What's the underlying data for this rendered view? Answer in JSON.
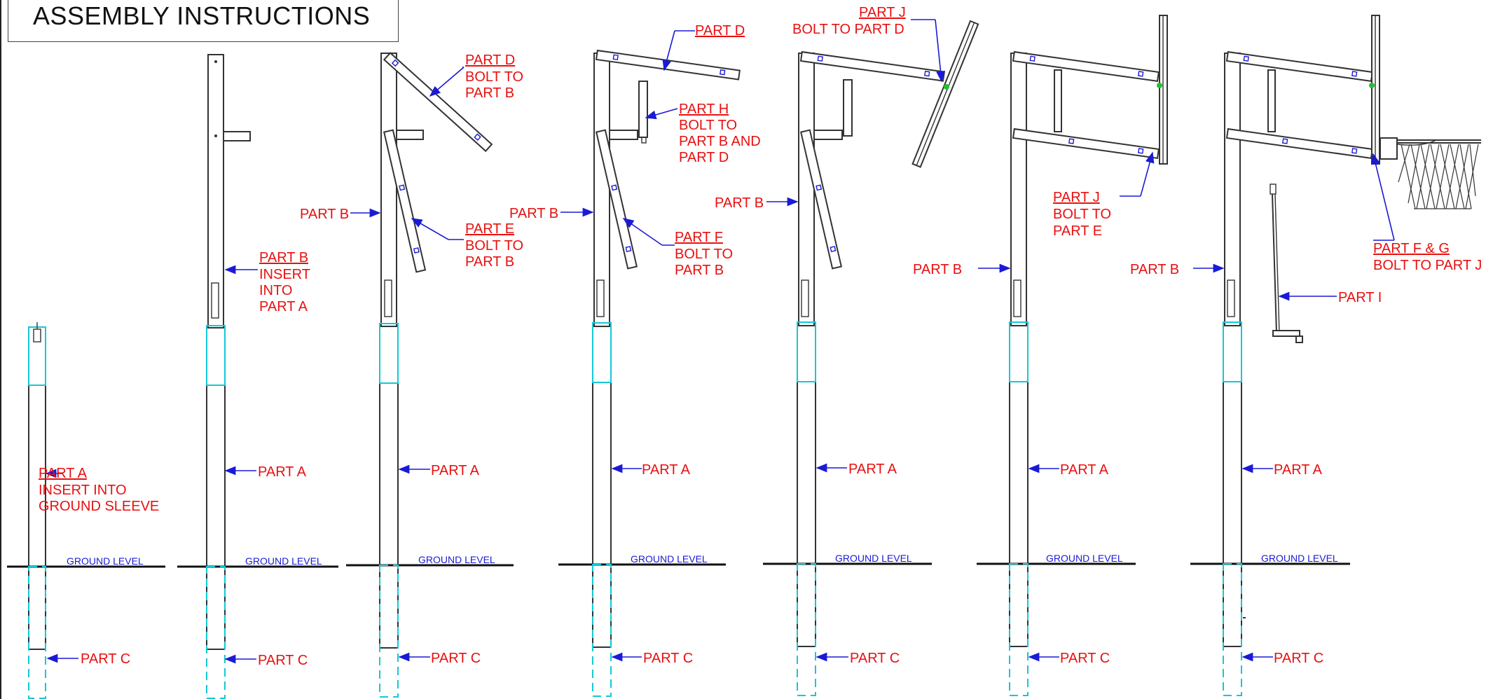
{
  "title": "ASSEMBLY INSTRUCTIONS",
  "ground_label": "GROUND LEVEL",
  "steps": [
    {
      "id": 1,
      "labels": {
        "a_lines": [
          "PART A",
          "INSERT INTO",
          "GROUND SLEEVE"
        ],
        "c": "PART C"
      }
    },
    {
      "id": 2,
      "labels": {
        "b_lines": [
          "PART B",
          "INSERT",
          "INTO",
          "PART A"
        ],
        "a": "PART A",
        "c": "PART C"
      }
    },
    {
      "id": 3,
      "labels": {
        "d_lines": [
          "PART D",
          "BOLT TO",
          "PART B"
        ],
        "e_lines": [
          "PART E",
          "BOLT TO",
          "PART B"
        ],
        "b": "PART B",
        "a": "PART A",
        "c": "PART C"
      }
    },
    {
      "id": 4,
      "labels": {
        "d": "PART D",
        "h_lines": [
          "PART H",
          "BOLT TO",
          "PART B AND",
          "PART D"
        ],
        "f_lines": [
          "PART F",
          "BOLT TO",
          "PART B"
        ],
        "b": "PART B",
        "a": "PART A",
        "c": "PART C"
      }
    },
    {
      "id": 5,
      "labels": {
        "j_lines": [
          "PART J",
          "BOLT TO PART D"
        ],
        "b": "PART B",
        "a": "PART A",
        "c": "PART C"
      }
    },
    {
      "id": 6,
      "labels": {
        "j_lines": [
          "PART J",
          "BOLT TO",
          "PART E"
        ],
        "b": "PART B",
        "a": "PART A",
        "c": "PART C"
      }
    },
    {
      "id": 7,
      "labels": {
        "fg_lines": [
          "PART F & G",
          "BOLT TO PART J"
        ],
        "i": "PART I",
        "b": "PART B",
        "a": "PART A",
        "c": "PART C"
      }
    }
  ],
  "colors": {
    "label": "#e81010",
    "leader": "#1a1ad6",
    "sleeve": "#14c8d6",
    "line": "#333333"
  }
}
